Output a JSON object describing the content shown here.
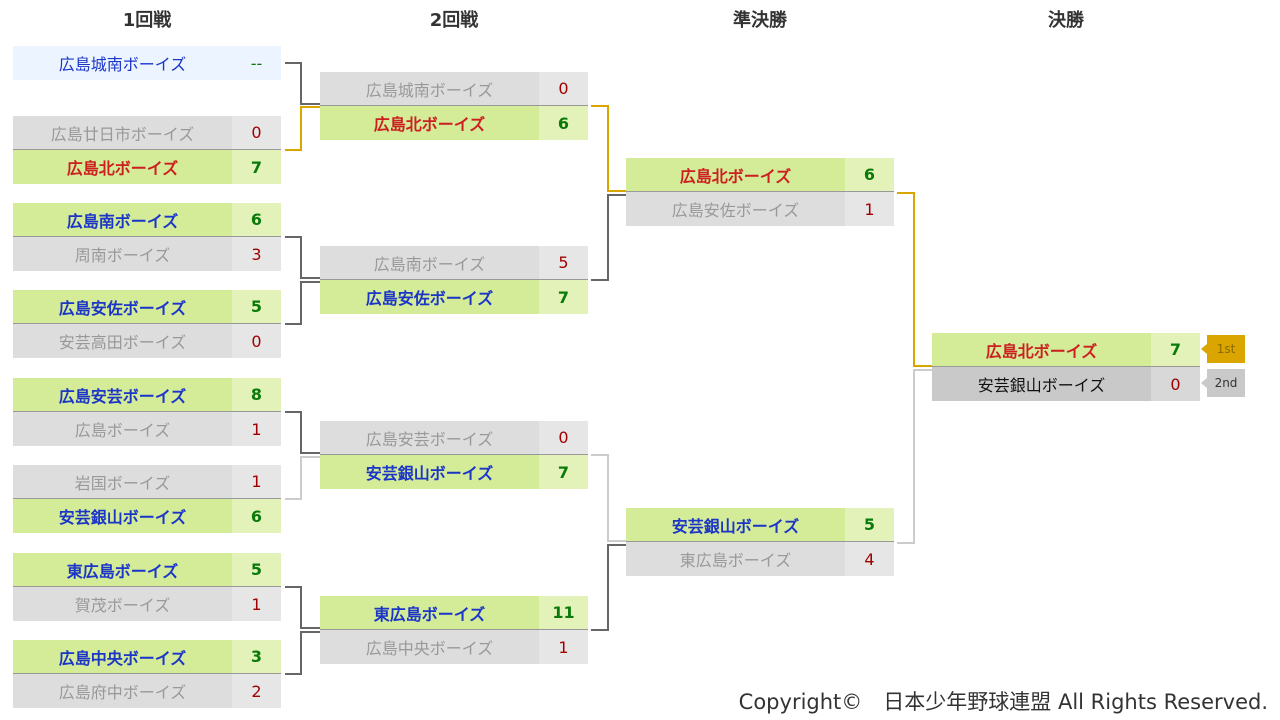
{
  "headers": [
    "1回戦",
    "2回戦",
    "準決勝",
    "決勝"
  ],
  "rounds": [
    [
      [
        {
          "name": "広島城南ボーイズ",
          "score": "--",
          "state": "bye"
        }
      ],
      [
        {
          "name": "広島廿日市ボーイズ",
          "score": "0",
          "state": "lose"
        },
        {
          "name": "広島北ボーイズ",
          "score": "7",
          "state": "win red"
        }
      ],
      [
        {
          "name": "広島南ボーイズ",
          "score": "6",
          "state": "win"
        },
        {
          "name": "周南ボーイズ",
          "score": "3",
          "state": "lose"
        }
      ],
      [
        {
          "name": "広島安佐ボーイズ",
          "score": "5",
          "state": "win"
        },
        {
          "name": "安芸高田ボーイズ",
          "score": "0",
          "state": "lose"
        }
      ],
      [
        {
          "name": "広島安芸ボーイズ",
          "score": "8",
          "state": "win"
        },
        {
          "name": "広島ボーイズ",
          "score": "1",
          "state": "lose"
        }
      ],
      [
        {
          "name": "岩国ボーイズ",
          "score": "1",
          "state": "lose"
        },
        {
          "name": "安芸銀山ボーイズ",
          "score": "6",
          "state": "win"
        }
      ],
      [
        {
          "name": "東広島ボーイズ",
          "score": "5",
          "state": "win"
        },
        {
          "name": "賀茂ボーイズ",
          "score": "1",
          "state": "lose"
        }
      ],
      [
        {
          "name": "広島中央ボーイズ",
          "score": "3",
          "state": "win"
        },
        {
          "name": "広島府中ボーイズ",
          "score": "2",
          "state": "lose"
        }
      ]
    ],
    [
      [
        {
          "name": "広島城南ボーイズ",
          "score": "0",
          "state": "lose"
        },
        {
          "name": "広島北ボーイズ",
          "score": "6",
          "state": "win red"
        }
      ],
      [
        {
          "name": "広島南ボーイズ",
          "score": "5",
          "state": "lose"
        },
        {
          "name": "広島安佐ボーイズ",
          "score": "7",
          "state": "win"
        }
      ],
      [
        {
          "name": "広島安芸ボーイズ",
          "score": "0",
          "state": "lose"
        },
        {
          "name": "安芸銀山ボーイズ",
          "score": "7",
          "state": "win"
        }
      ],
      [
        {
          "name": "東広島ボーイズ",
          "score": "11",
          "state": "win"
        },
        {
          "name": "広島中央ボーイズ",
          "score": "1",
          "state": "lose"
        }
      ]
    ],
    [
      [
        {
          "name": "広島北ボーイズ",
          "score": "6",
          "state": "win red"
        },
        {
          "name": "広島安佐ボーイズ",
          "score": "1",
          "state": "lose"
        }
      ],
      [
        {
          "name": "安芸銀山ボーイズ",
          "score": "5",
          "state": "win"
        },
        {
          "name": "東広島ボーイズ",
          "score": "4",
          "state": "lose"
        }
      ]
    ],
    [
      [
        {
          "name": "広島北ボーイズ",
          "score": "7",
          "state": "win red"
        },
        {
          "name": "安芸銀山ボーイズ",
          "score": "0",
          "state": "second"
        }
      ]
    ]
  ],
  "badges": {
    "first": "1st",
    "second": "2nd"
  },
  "colors": {
    "champion_path": "#dba500",
    "normal_path": "#666666",
    "runner_up_path": "#cccccc"
  },
  "copyright": "Copyright©　日本少年野球連盟 All Rights Reserved."
}
